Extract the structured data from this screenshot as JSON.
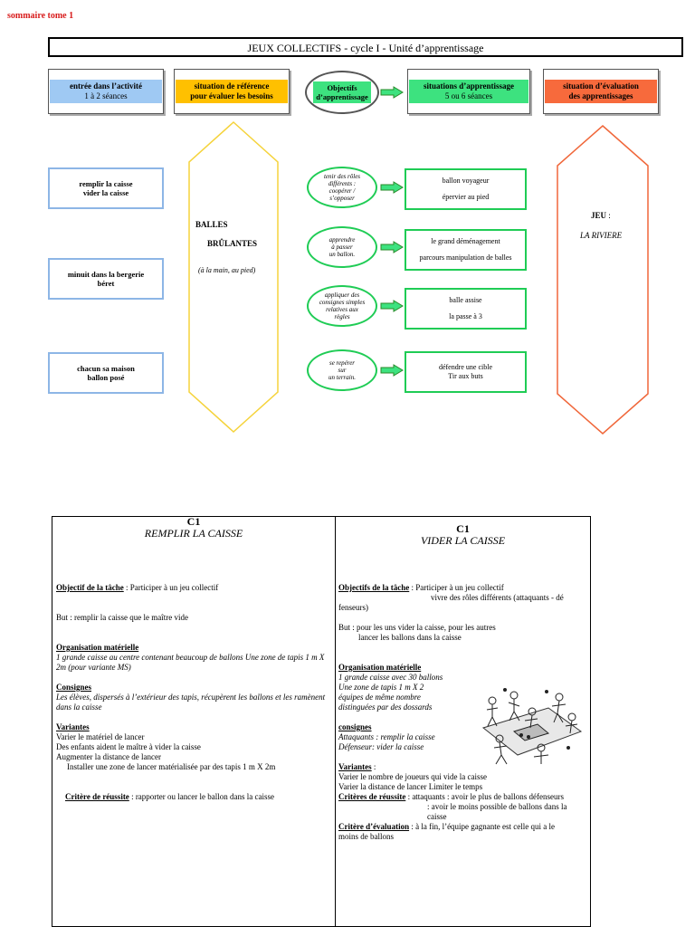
{
  "top_link": "sommaire tome 1",
  "title": "JEUX COLLECTIFS - cycle I - Unité d’apprentissage",
  "headers": [
    {
      "line1": "entrée dans l’activité",
      "line2": "1 à 2 séances",
      "color": "#9fc9f3"
    },
    {
      "line1": "situation de référence",
      "line2": "pour  évaluer les besoins",
      "color": "#ffc000"
    },
    {
      "line1": "Objectifs",
      "line2": "d’apprentissage",
      "color": "#3de27f"
    },
    {
      "line1": "situations d’apprentissage",
      "line2": "5 ou 6 séances",
      "color": "#3de27f"
    },
    {
      "line1": "situation d’évaluation",
      "line2": "des apprentissages",
      "color": "#f76a3c"
    }
  ],
  "entry_boxes": [
    {
      "line1": "remplir la caisse",
      "line2": "vider la caisse"
    },
    {
      "line1": "minuit dans la bergerie",
      "line2": "béret"
    },
    {
      "line1": "chacun sa maison",
      "line2": "ballon posé"
    }
  ],
  "reference": {
    "line1": "BALLES",
    "line2": "BRÛLANTES",
    "line3": "(à la main, au pied)"
  },
  "objectives": [
    {
      "line1": "tenir des rôles",
      "line2": "différents :",
      "line3": "coopérer /",
      "line4": "s’opposer"
    },
    {
      "line1": "apprendre",
      "line2": "à passer",
      "line3": "un ballon.",
      "line4": ""
    },
    {
      "line1": "appliquer des",
      "line2": "consignes simples",
      "line3": "relatives aux",
      "line4": "règles"
    },
    {
      "line1": "se repérer",
      "line2": "sur",
      "line3": "un terrain.",
      "line4": ""
    }
  ],
  "situations": [
    {
      "line1": "ballon voyageur",
      "line2": "épervier au pied"
    },
    {
      "line1": "le grand déménagement",
      "line2": "parcours manipulation de balles"
    },
    {
      "line1": "balle assise",
      "line2": "la passe à 3"
    },
    {
      "line1": "défendre une cible",
      "line2": "Tir aux buts"
    }
  ],
  "evaluation": {
    "label": "JEU",
    "colon": " :",
    "name": "LA RIVIERE"
  },
  "card_left": {
    "code": "C1",
    "title": "REMPLIR LA CAISSE",
    "objectif_label": "Objectif de la tâche",
    "objectif_text": " : Participer à un jeu collectif",
    "but": "But  : remplir la caisse que le maître vide",
    "org_label": "Organisation matérielle",
    "org_text": "1 grande caisse au centre contenant beaucoup de ballons Une zone de tapis  1 m X 2m  (pour variante MS)",
    "consignes_label": "Consignes",
    "consignes_text": "Les élèves, dispersés à l’extérieur des tapis, récupèrent les ballons et les ramènent dans la caisse",
    "variantes_label": "Variantes",
    "variantes": [
      "Varier le matériel de lancer",
      "Des enfants aident le maître à vider la caisse",
      "Augmenter la distance de lancer",
      "Installer une zone de lancer matérialisée par des tapis 1 m X 2m"
    ],
    "critere_label": "Critère de réussite",
    "critere_text": " : rapporter ou lancer le ballon dans la caisse"
  },
  "card_right": {
    "code": "C1",
    "title": "VIDER LA CAISSE",
    "objectif_label": "Objectifs de la tâche",
    "objectif_text": " : Participer à un jeu collectif",
    "objectif_text2": "vivre des rôles différents (attaquants - dé",
    "objectif_text3": "fenseurs)",
    "but_line1": "But  : pour les uns vider la caisse, pour les autres",
    "but_line2": "lancer les ballons dans la caisse",
    "org_label": "Organisation matérielle",
    "org_lines": [
      "1 grande caisse avec 30 ballons",
      "Une zone de tapis  1 m X 2",
      "équipes de même nombre",
      "distinguées par des dossards"
    ],
    "consignes_label": "consignes",
    "consignes_lines": [
      "Attaquants : remplir la caisse",
      "Défenseur: vider la caisse"
    ],
    "variantes_label": "Variantes",
    "variantes_colon": " :",
    "variantes_lines": [
      "Varier le nombre de joueurs qui vide la caisse",
      "Varier la distance de lancer Limiter le temps"
    ],
    "criteres_label": "Critères de réussite",
    "criteres_text": " : attaquants : avoir le plus de ballons défenseurs",
    "criteres_text2": ": avoir le moins possible de ballons dans la caisse",
    "eval_label": "Critère d’évaluation",
    "eval_text": " : à la fin, l’équipe gagnante est celle qui a le",
    "eval_text2": "moins de ballons"
  }
}
